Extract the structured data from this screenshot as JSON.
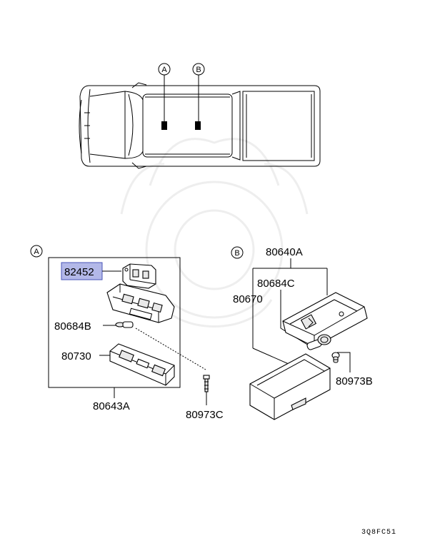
{
  "diagram": {
    "callouts": {
      "A": "A",
      "B": "B"
    },
    "parts": {
      "p82452": "82452",
      "p80684B": "80684B",
      "p80730": "80730",
      "p80643A": "80643A",
      "p80973C": "80973C",
      "p80640A": "80640A",
      "p80684C": "80684C",
      "p80670": "80670",
      "p80973B": "80973B"
    },
    "diagram_code": "3Q8FC51",
    "highlight_color": "#b3b8e8"
  }
}
